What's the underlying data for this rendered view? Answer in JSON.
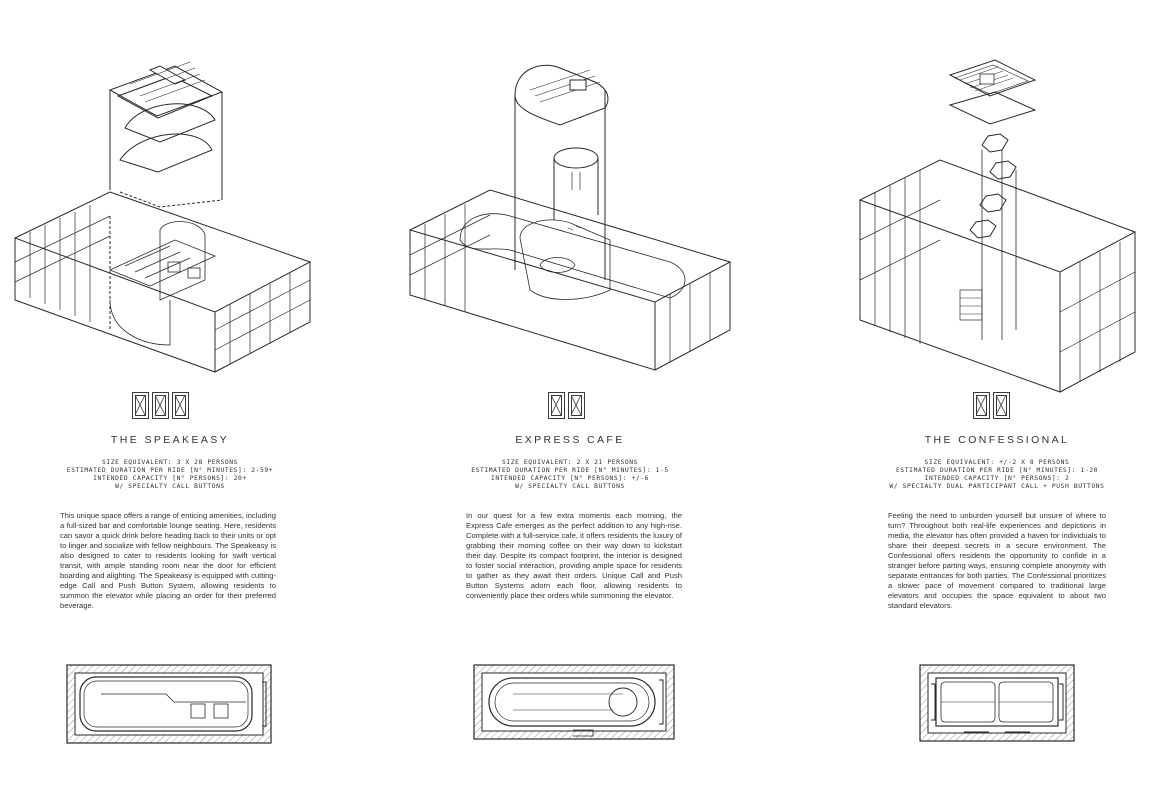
{
  "elevators": [
    {
      "title": "THE SPEAKEASY",
      "icon_count": 3,
      "specs": [
        "SIZE EQUIVALENT: 3 X 28 PERSONS",
        "ESTIMATED DURATION PER RIDE [N° MINUTES]: 2-59+",
        "INTENDED CAPACITY [N° PERSONS]: 20+",
        "W/ SPECIALTY CALL BUTTONS"
      ],
      "description": "This unique space offers a range of enticing amenities, including a full-sized bar and comfortable lounge seating. Here, residents can savor a quick drink before heading back to their units or opt to linger and socialize with fellow neighbours. The Speakeasy is also designed to cater to residents looking for swift vertical transit, with ample standing room near the door for efficient boarding and alighting. The Speakeasy is equipped with cutting-edge Call and Push Button System, allowing residents to summon the elevator while placing an order for their preferred beverage."
    },
    {
      "title": "EXPRESS CAFE",
      "icon_count": 2,
      "specs": [
        "SIZE EQUIVALENT: 2 X 21 PERSONS",
        "ESTIMATED DURATION PER RIDE [N° MINUTES]: 1-5",
        "INTENDED CAPACITY [N° PERSONS]: +/-6",
        "W/ SPECIALTY CALL BUTTONS"
      ],
      "description": "In our quest for a few extra moments each morning, the Express Cafe emerges as the perfect addition to any high-rise. Complete with a full-service cafe, it offers residents the luxury of grabbing their morning coffee on their way down to kickstart their day. Despite its compact footprint, the interior is designed to foster social interaction, providing ample space for residents to gather as they await their orders. Unique Call and Push Button Systems adorn each floor, allowing residents to conveniently place their orders while summoning the elevator."
    },
    {
      "title": "THE CONFESSIONAL",
      "icon_count": 2,
      "specs": [
        "SIZE EQUIVALENT: +/-2 X 8 PERSONS",
        "ESTIMATED DURATION PER RIDE [N° MINUTES]: 1-20",
        "INTENDED CAPACITY [N° PERSONS]: 2",
        "W/ SPECIALTY DUAL PARTICIPANT CALL + PUSH BUTTONS"
      ],
      "description": "Feeling the need to unburden yourself but unsure of where to turn? Throughout both real-life experiences and depictions in media, the elevator has often provided a haven for individuals to share their deepest secrets in a secure environment. The Confessional offers residents the opportunity to confide in a stranger before parting ways, ensuring complete anonymity with separate entrances for both parties. The Confessional prioritizes a slower pace of movement compared to traditional large elevators and occupies the space equivalent to about two standard elevators."
    }
  ],
  "colors": {
    "line": "#2a2a2a",
    "hatch": "#6a6a6a",
    "text": "#333333"
  }
}
